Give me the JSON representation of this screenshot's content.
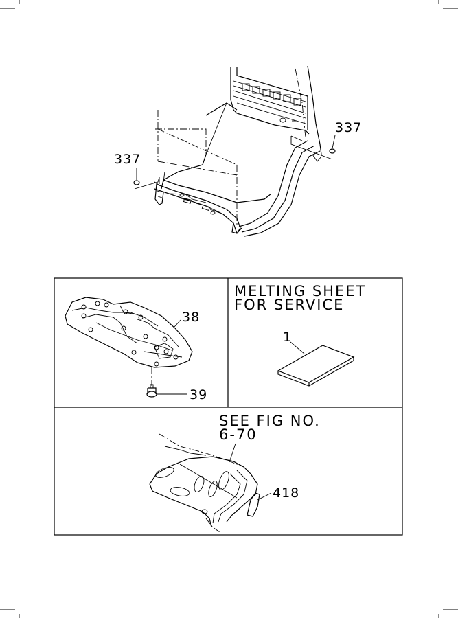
{
  "top_figure": {
    "callouts": [
      {
        "label": "337",
        "part": "left_plug"
      },
      {
        "label": "337",
        "part": "right_plug"
      }
    ]
  },
  "panel_insulator": {
    "callouts": [
      {
        "label": "38"
      },
      {
        "label": "39"
      }
    ]
  },
  "panel_melting_sheet": {
    "note_line1": "MELTING SHEET",
    "note_line2": "FOR SERVICE",
    "callout": "1"
  },
  "panel_pad": {
    "note_line1": "SEE FIG NO.",
    "note_line2": "6-70",
    "callout": "418"
  }
}
